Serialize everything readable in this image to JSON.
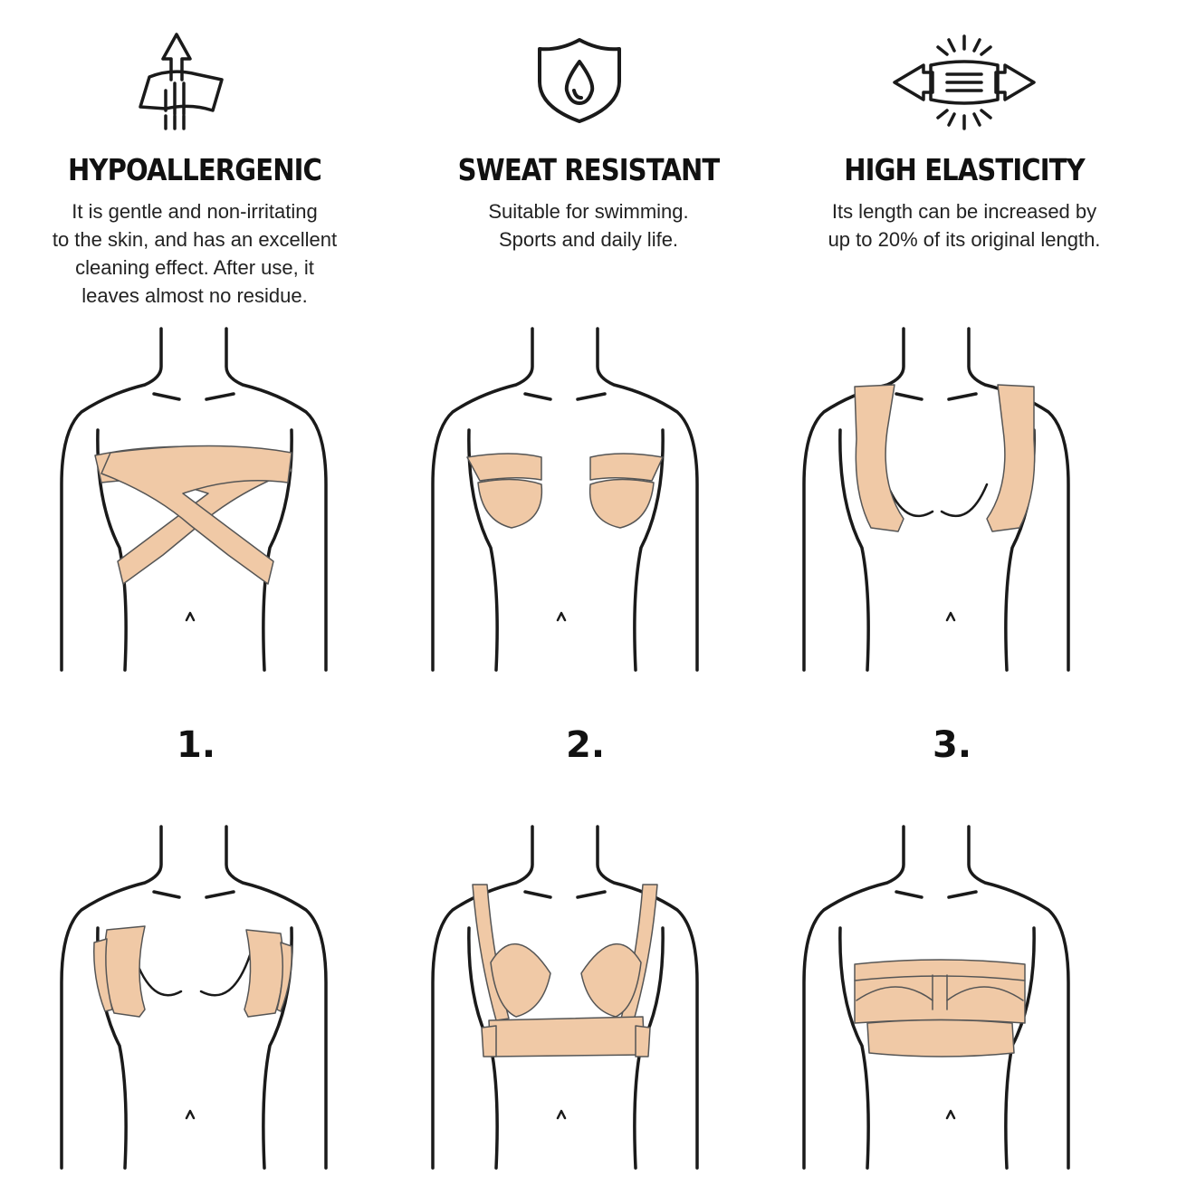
{
  "features": [
    {
      "icon": "fabric-arrows-icon",
      "title": "HYPOALLERGENIC",
      "lines": [
        "It is gentle and non-irritating",
        "to the skin, and has an excellent",
        "cleaning effect. After use, it",
        "leaves almost no residue."
      ]
    },
    {
      "icon": "shield-drop-icon",
      "title": "SWEAT RESISTANT",
      "lines": [
        "Suitable for swimming.",
        "Sports and daily life."
      ]
    },
    {
      "icon": "stretch-arrows-icon",
      "title": "HIGH ELASTICITY",
      "lines": [
        "Its length can be increased by",
        "up to 20% of its original length."
      ]
    }
  ],
  "steps": [
    "1.",
    "2.",
    "3."
  ],
  "illustrations": [
    {
      "id": "cross-tape",
      "style": "criss-cross X tape across chest"
    },
    {
      "id": "lift-pads",
      "style": "two lift pads under each breast"
    },
    {
      "id": "side-lift",
      "style": "vertical side lift strips"
    },
    {
      "id": "side-wrap",
      "style": "short side strips"
    },
    {
      "id": "bra-strap",
      "style": "bra-shaped tape with shoulder straps"
    },
    {
      "id": "bandeau",
      "style": "horizontal bandeau wrap"
    }
  ],
  "colors": {
    "tape": "#f0c9a6",
    "outline": "#1a1a1a"
  }
}
